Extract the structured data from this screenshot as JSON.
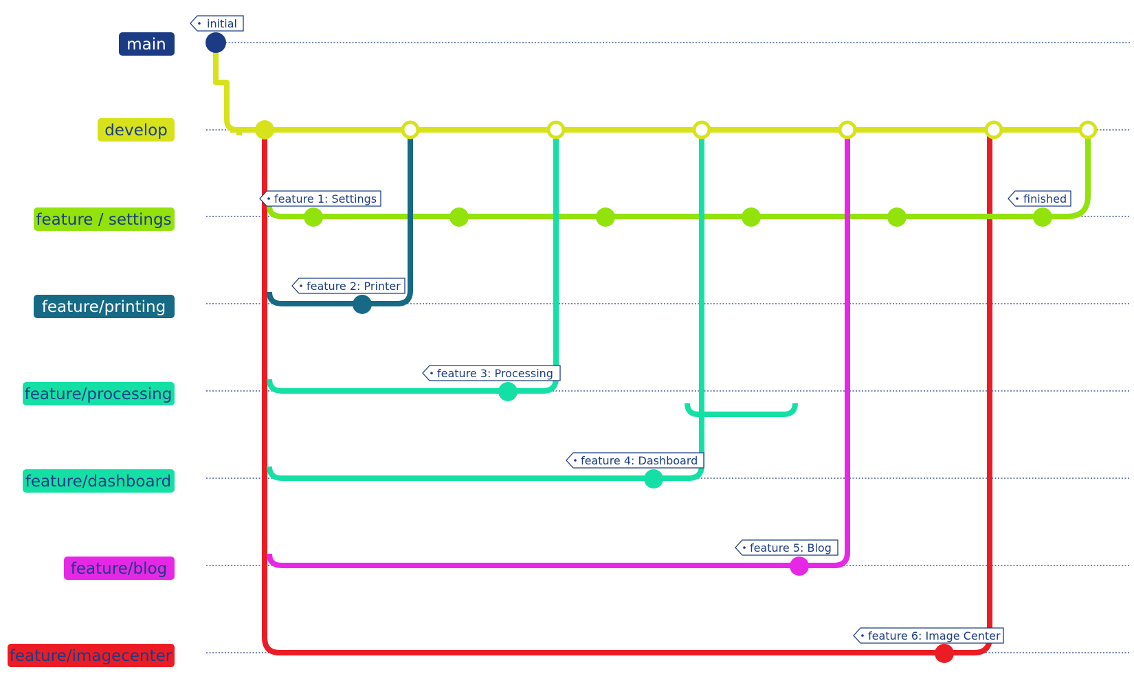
{
  "branches": [
    {
      "id": "main",
      "label": "main",
      "color": "#1b3c84",
      "text_color": "#ffffff"
    },
    {
      "id": "develop",
      "label": "develop",
      "color": "#d7e21a",
      "text_color": "#1b3c84"
    },
    {
      "id": "settings",
      "label": "feature / settings",
      "color": "#92e20c",
      "text_color": "#1b3c84"
    },
    {
      "id": "printing",
      "label": "feature/printing",
      "color": "#166a85",
      "text_color": "#ffffff"
    },
    {
      "id": "processing",
      "label": "feature/processing",
      "color": "#14e0a6",
      "text_color": "#1b3c84"
    },
    {
      "id": "dashboard",
      "label": "feature/dashboard",
      "color": "#14e0a6",
      "text_color": "#1b3c84"
    },
    {
      "id": "blog",
      "label": "feature/blog",
      "color": "#e628e6",
      "text_color": "#1b3c84"
    },
    {
      "id": "imagecenter",
      "label": "feature/imagecenter",
      "color": "#ec1c24",
      "text_color": "#1b3c84"
    }
  ],
  "tags": [
    {
      "id": "initial",
      "text": "initial"
    },
    {
      "id": "f1",
      "text": "feature 1: Settings"
    },
    {
      "id": "finished",
      "text": "finished"
    },
    {
      "id": "f2",
      "text": "feature 2: Printer"
    },
    {
      "id": "f3",
      "text": "feature 3: Processing"
    },
    {
      "id": "f4",
      "text": "feature 4: Dashboard"
    },
    {
      "id": "f5",
      "text": "feature 5: Blog"
    },
    {
      "id": "f6",
      "text": "feature 6: Image Center"
    }
  ],
  "colors": {
    "guide_line": "#1b3c84",
    "tag_border": "#1b3c84",
    "merge_commit_fill": "#ffffff"
  }
}
